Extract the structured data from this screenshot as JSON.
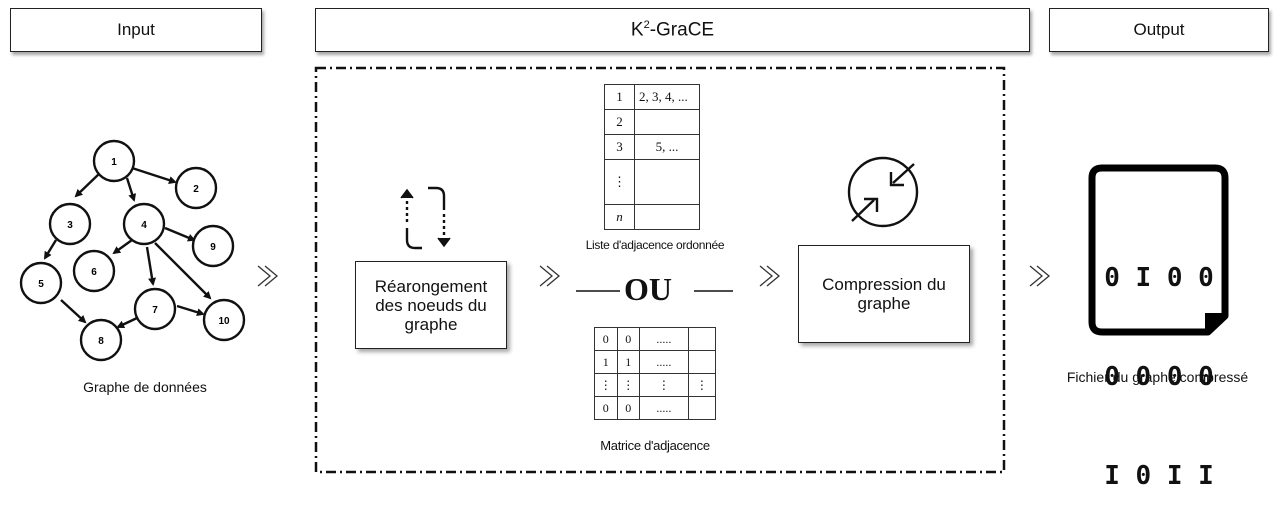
{
  "headers": {
    "input": "Input",
    "grace_main": "K",
    "grace_sup": "2",
    "grace_rest": "-GraCE",
    "output": "Output"
  },
  "graph": {
    "nodes": [
      "1",
      "2",
      "3",
      "4",
      "5",
      "6",
      "7",
      "8",
      "9",
      "10"
    ],
    "caption": "Graphe de données"
  },
  "steps": {
    "reorder_line1": "Réarongement",
    "reorder_line2": "des noeuds du",
    "reorder_line3": "graphe",
    "compression_line1": "Compression du",
    "compression_line2": "graphe"
  },
  "adjacency_list": {
    "rows": [
      {
        "index": "1",
        "value": "2, 3, 4, ..."
      },
      {
        "index": "2",
        "value": ""
      },
      {
        "index": "3",
        "value": "5, ..."
      },
      {
        "index": "⋮",
        "value": ""
      },
      {
        "index": "n",
        "value": ""
      }
    ],
    "caption": "Liste d'adjacence ordonnée"
  },
  "separator": "OU",
  "adjacency_matrix": {
    "rows": [
      [
        "0",
        "0",
        ".....",
        ""
      ],
      [
        "1",
        "1",
        ".....",
        ""
      ],
      [
        "⋮",
        "⋮",
        "⋮",
        "⋮"
      ],
      [
        "0",
        "0",
        ".....",
        ""
      ]
    ],
    "caption": "Matrice d'adjacence"
  },
  "output_file": {
    "bits_row1": "0 I 0 0",
    "bits_row2": "0 0 0 0",
    "bits_row3": "I 0 I I",
    "caption": "Fichier du graphe compressé"
  },
  "icons": [
    "reorder-arrows-icon",
    "compress-arrows-icon",
    "file-icon",
    "chevron-right-icon"
  ]
}
